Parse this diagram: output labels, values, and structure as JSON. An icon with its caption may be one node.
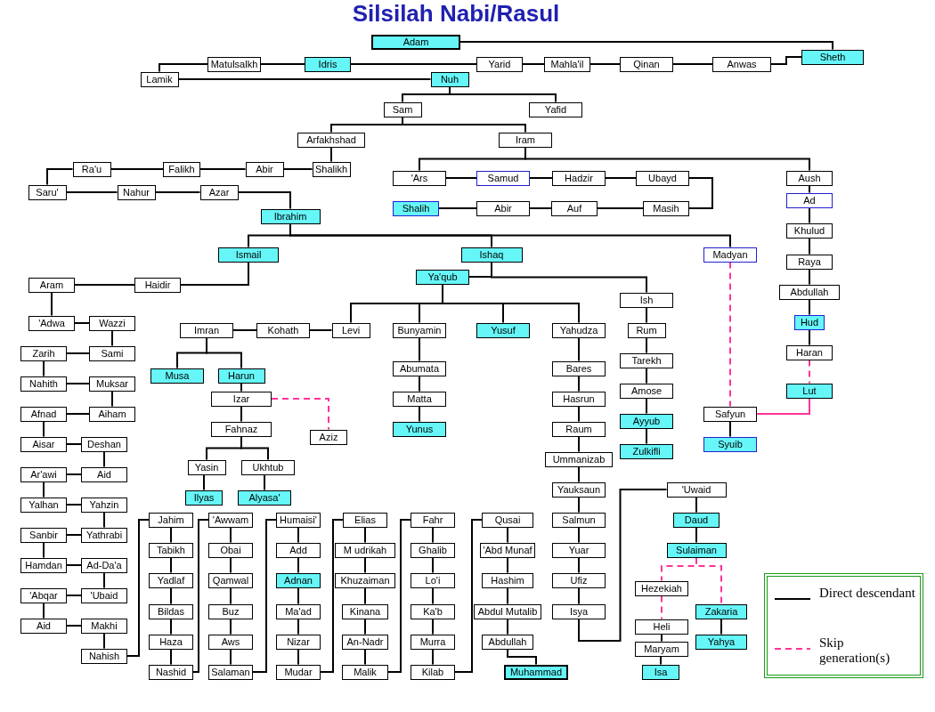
{
  "diagram": {
    "title": "Silsilah Nabi/Rasul",
    "nodes": [
      {
        "text": [
          "Adam"
        ]
      },
      {
        "text": [
          "Sheth"
        ]
      },
      {
        "text": [
          "Matulsalkh"
        ]
      },
      {
        "text": [
          "Idris"
        ]
      },
      {
        "text": [
          "Yarid"
        ]
      },
      {
        "text": [
          "Mahla'il"
        ]
      },
      {
        "text": [
          "Qinan"
        ]
      },
      {
        "text": [
          "Anwas"
        ]
      },
      {
        "text": [
          "Lamik"
        ]
      },
      {
        "text": [
          "Nuh"
        ]
      },
      {
        "text": [
          "Sam"
        ]
      },
      {
        "text": [
          "Yafid"
        ]
      },
      {
        "text": [
          "Arfakhshad"
        ]
      },
      {
        "text": [
          "Iram"
        ]
      },
      {
        "text": [
          "Ra'u"
        ]
      },
      {
        "text": [
          "Falikh"
        ]
      },
      {
        "text": [
          "Abir"
        ]
      },
      {
        "text": [
          "Shalikh"
        ]
      },
      {
        "text": [
          "'Ars"
        ]
      },
      {
        "text": [
          "Samud"
        ]
      },
      {
        "text": [
          "Hadzir"
        ]
      },
      {
        "text": [
          "Ubayd"
        ]
      },
      {
        "text": [
          "Aush"
        ]
      },
      {
        "text": [
          "Saru'"
        ]
      },
      {
        "text": [
          "Nahur"
        ]
      },
      {
        "text": [
          "Azar"
        ]
      },
      {
        "text": [
          "Ad"
        ]
      },
      {
        "text": [
          "Shalih"
        ]
      },
      {
        "text": [
          "Abir"
        ]
      },
      {
        "text": [
          "Auf"
        ]
      },
      {
        "text": [
          "Masih"
        ]
      },
      {
        "text": [
          "Ibrahim"
        ]
      },
      {
        "text": [
          "Khulud"
        ]
      },
      {
        "text": [
          "Ismail"
        ]
      },
      {
        "text": [
          "Ishaq"
        ]
      },
      {
        "text": [
          "Madyan"
        ]
      },
      {
        "text": [
          "Raya"
        ]
      },
      {
        "text": [
          "Ya'qub"
        ]
      },
      {
        "text": [
          "Aram"
        ]
      },
      {
        "text": [
          "Haidir"
        ]
      },
      {
        "text": [
          "Abdullah"
        ]
      },
      {
        "text": [
          "Ish"
        ]
      },
      {
        "text": [
          "'Adwa"
        ]
      },
      {
        "text": [
          "Wazzi"
        ]
      },
      {
        "text": [
          "Imran"
        ]
      },
      {
        "text": [
          "Kohath"
        ]
      },
      {
        "text": [
          "Levi"
        ]
      },
      {
        "text": [
          "Bunyamin"
        ]
      },
      {
        "text": [
          "Yusuf"
        ]
      },
      {
        "text": [
          "Yahudza"
        ]
      },
      {
        "text": [
          "Rum"
        ]
      },
      {
        "text": [
          "Hud"
        ]
      },
      {
        "text": [
          "Zarih"
        ]
      },
      {
        "text": [
          "Sami"
        ]
      },
      {
        "text": [
          "Haran"
        ]
      },
      {
        "text": [
          "Tarekh"
        ]
      },
      {
        "text": [
          "Abumata"
        ]
      },
      {
        "text": [
          "Bares"
        ]
      },
      {
        "text": [
          "Musa"
        ]
      },
      {
        "text": [
          "Harun"
        ]
      },
      {
        "text": [
          "Nahith"
        ]
      },
      {
        "text": [
          "Muksar"
        ]
      },
      {
        "text": [
          "Izar"
        ]
      },
      {
        "text": [
          "Matta"
        ]
      },
      {
        "text": [
          "Hasrun"
        ]
      },
      {
        "text": [
          "Amose"
        ]
      },
      {
        "text": [
          "Lut"
        ]
      },
      {
        "text": [
          "Afnad"
        ]
      },
      {
        "text": [
          "Aiham"
        ]
      },
      {
        "text": [
          "Safyun"
        ]
      },
      {
        "text": [
          "Fahnaz"
        ]
      },
      {
        "text": [
          "Yunus"
        ]
      },
      {
        "text": [
          "Raum"
        ]
      },
      {
        "text": [
          "Ayyub"
        ]
      },
      {
        "text": [
          "Aziz"
        ]
      },
      {
        "text": [
          "Aisar"
        ]
      },
      {
        "text": [
          "Deshan"
        ]
      },
      {
        "text": [
          "Syuib"
        ]
      },
      {
        "text": [
          "Zulkifli"
        ]
      },
      {
        "text": [
          "Yasin"
        ]
      },
      {
        "text": [
          "Ukhtub"
        ]
      },
      {
        "text": [
          "Ummanizab"
        ]
      },
      {
        "text": [
          "Ar'awi"
        ]
      },
      {
        "text": [
          "Aid"
        ]
      },
      {
        "text": [
          "Yauksaun"
        ]
      },
      {
        "text": [
          "'Uwaid"
        ]
      },
      {
        "text": [
          "Ilyas"
        ]
      },
      {
        "text": [
          "Alyasa'"
        ]
      },
      {
        "text": [
          "Yalhan"
        ]
      },
      {
        "text": [
          "Yahzin"
        ]
      },
      {
        "text": [
          "Jahim"
        ]
      },
      {
        "text": [
          "'Awwam"
        ]
      },
      {
        "text": [
          "Humaisi'"
        ]
      },
      {
        "text": [
          "Elias"
        ]
      },
      {
        "text": [
          "Fahr"
        ]
      },
      {
        "text": [
          "Qusai"
        ]
      },
      {
        "text": [
          "Salmun"
        ]
      },
      {
        "text": [
          "Daud"
        ]
      },
      {
        "text": [
          "Sanbir"
        ]
      },
      {
        "text": [
          "Yathrabi"
        ]
      },
      {
        "text": [
          "Tabikh"
        ]
      },
      {
        "text": [
          "Obai"
        ]
      },
      {
        "text": [
          "Add"
        ]
      },
      {
        "text": [
          "M udrikah"
        ]
      },
      {
        "text": [
          "Ghalib"
        ]
      },
      {
        "text": [
          "'Abd Munaf"
        ]
      },
      {
        "text": [
          "Yuar"
        ]
      },
      {
        "text": [
          "Sulaiman"
        ]
      },
      {
        "text": [
          "Hamdan"
        ]
      },
      {
        "text": [
          "Ad-Da'a"
        ]
      },
      {
        "text": [
          "Yadlaf"
        ]
      },
      {
        "text": [
          "Qamwal"
        ]
      },
      {
        "text": [
          "Adnan"
        ]
      },
      {
        "text": [
          "Khuzaiman"
        ]
      },
      {
        "text": [
          "Lo'i"
        ]
      },
      {
        "text": [
          "Hashim"
        ]
      },
      {
        "text": [
          "Ufiz"
        ]
      },
      {
        "text": [
          "Hezekiah"
        ]
      },
      {
        "text": [
          "'Abqar"
        ]
      },
      {
        "text": [
          "'Ubaid"
        ]
      },
      {
        "text": [
          "Bildas"
        ]
      },
      {
        "text": [
          "Buz"
        ]
      },
      {
        "text": [
          "Ma'ad"
        ]
      },
      {
        "text": [
          "Kinana"
        ]
      },
      {
        "text": [
          "Ka'b"
        ]
      },
      {
        "text": [
          "Abdul Mutalib"
        ]
      },
      {
        "text": [
          "Isya"
        ]
      },
      {
        "text": [
          "Zakaria"
        ]
      },
      {
        "text": [
          "Aid"
        ]
      },
      {
        "text": [
          "Makhi"
        ]
      },
      {
        "text": [
          "Heli"
        ]
      },
      {
        "text": [
          "Haza"
        ]
      },
      {
        "text": [
          "Aws"
        ]
      },
      {
        "text": [
          "Nizar"
        ]
      },
      {
        "text": [
          "An-Nadr"
        ]
      },
      {
        "text": [
          "Murra"
        ]
      },
      {
        "text": [
          "Abdullah"
        ]
      },
      {
        "text": [
          "Yahya"
        ]
      },
      {
        "text": [
          "Maryam"
        ]
      },
      {
        "text": [
          "Nahish"
        ]
      },
      {
        "text": [
          "Nashid"
        ]
      },
      {
        "text": [
          "Salaman"
        ]
      },
      {
        "text": [
          "Mudar"
        ]
      },
      {
        "text": [
          "Malik"
        ]
      },
      {
        "text": [
          "Kilab"
        ]
      },
      {
        "text": [
          "Muhammad"
        ]
      },
      {
        "text": [
          "Isa"
        ]
      }
    ],
    "edges": [
      {
        "from": 0,
        "to": 1,
        "arrow": "none"
      },
      {
        "from": 1,
        "to": 7,
        "arrow": "none"
      },
      {
        "from": 7,
        "to": 6,
        "arrow": "none"
      },
      {
        "from": 6,
        "to": 5,
        "arrow": "none"
      },
      {
        "from": 5,
        "to": 4,
        "arrow": "none"
      },
      {
        "from": 4,
        "to": 3,
        "arrow": "none"
      },
      {
        "from": 3,
        "to": 2,
        "arrow": "none"
      },
      {
        "from": 2,
        "to": 8,
        "arrow": "none"
      },
      {
        "from": 8,
        "to": 9,
        "arrow": "none"
      },
      {
        "from": 9,
        "to": 10,
        "arrow": "none"
      },
      {
        "from": 9,
        "to": 11,
        "arrow": "none"
      },
      {
        "from": 10,
        "to": 12,
        "arrow": "none"
      },
      {
        "from": 10,
        "to": 13,
        "arrow": "none"
      },
      {
        "from": 12,
        "to": 17,
        "arrow": "none"
      },
      {
        "from": 17,
        "to": 16,
        "arrow": "none"
      },
      {
        "from": 16,
        "to": 15,
        "arrow": "none"
      },
      {
        "from": 15,
        "to": 14,
        "arrow": "none"
      },
      {
        "from": 14,
        "to": 23,
        "arrow": "none"
      },
      {
        "from": 23,
        "to": 24,
        "arrow": "none"
      },
      {
        "from": 24,
        "to": 25,
        "arrow": "none"
      },
      {
        "from": 25,
        "to": 31,
        "arrow": "none"
      },
      {
        "from": 13,
        "to": 18,
        "arrow": "none"
      },
      {
        "from": 13,
        "to": 22,
        "arrow": "none"
      },
      {
        "from": 18,
        "to": 19,
        "arrow": "none"
      },
      {
        "from": 19,
        "to": 20,
        "arrow": "none"
      },
      {
        "from": 20,
        "to": 21,
        "arrow": "none"
      },
      {
        "from": 21,
        "to": 30,
        "arrow": "none"
      },
      {
        "from": 30,
        "to": 29,
        "arrow": "none"
      },
      {
        "from": 29,
        "to": 28,
        "arrow": "none"
      },
      {
        "from": 28,
        "to": 27,
        "arrow": "none"
      },
      {
        "from": 22,
        "to": 26,
        "arrow": "none"
      },
      {
        "from": 26,
        "to": 32,
        "arrow": "none"
      },
      {
        "from": 32,
        "to": 36,
        "arrow": "none"
      },
      {
        "from": 36,
        "to": 40,
        "arrow": "none"
      },
      {
        "from": 40,
        "to": 51,
        "arrow": "none"
      },
      {
        "from": 51,
        "to": 54,
        "arrow": "none"
      },
      {
        "from": 54,
        "to": 66,
        "arrow": "none",
        "style": "dashed",
        "color": "#ff3399"
      },
      {
        "from": 31,
        "to": 33,
        "arrow": "none"
      },
      {
        "from": 31,
        "to": 34,
        "arrow": "none"
      },
      {
        "from": 31,
        "to": 35,
        "arrow": "none"
      },
      {
        "from": 35,
        "to": 69,
        "arrow": "none",
        "style": "dashed",
        "color": "#ff3399"
      },
      {
        "from": 66,
        "to": 69,
        "arrow": "none",
        "color": "#ff3399"
      },
      {
        "from": 69,
        "to": 77,
        "arrow": "none"
      },
      {
        "from": 33,
        "to": 39,
        "arrow": "none"
      },
      {
        "from": 39,
        "to": 38,
        "arrow": "none"
      },
      {
        "from": 38,
        "to": 42,
        "arrow": "none"
      },
      {
        "from": 42,
        "to": 43,
        "arrow": "none"
      },
      {
        "from": 43,
        "to": 53,
        "arrow": "none"
      },
      {
        "from": 53,
        "to": 52,
        "arrow": "none"
      },
      {
        "from": 52,
        "to": 60,
        "arrow": "none"
      },
      {
        "from": 60,
        "to": 61,
        "arrow": "none"
      },
      {
        "from": 61,
        "to": 68,
        "arrow": "none"
      },
      {
        "from": 68,
        "to": 67,
        "arrow": "none"
      },
      {
        "from": 67,
        "to": 75,
        "arrow": "none"
      },
      {
        "from": 75,
        "to": 76,
        "arrow": "none"
      },
      {
        "from": 76,
        "to": 83,
        "arrow": "none"
      },
      {
        "from": 83,
        "to": 82,
        "arrow": "none"
      },
      {
        "from": 82,
        "to": 88,
        "arrow": "none"
      },
      {
        "from": 88,
        "to": 89,
        "arrow": "none"
      },
      {
        "from": 89,
        "to": 99,
        "arrow": "none"
      },
      {
        "from": 99,
        "to": 98,
        "arrow": "none"
      },
      {
        "from": 98,
        "to": 108,
        "arrow": "none"
      },
      {
        "from": 108,
        "to": 109,
        "arrow": "none"
      },
      {
        "from": 109,
        "to": 119,
        "arrow": "none"
      },
      {
        "from": 119,
        "to": 118,
        "arrow": "none"
      },
      {
        "from": 118,
        "to": 128,
        "arrow": "none"
      },
      {
        "from": 128,
        "to": 129,
        "arrow": "none"
      },
      {
        "from": 129,
        "to": 139,
        "arrow": "none"
      },
      {
        "from": 139,
        "to": 90,
        "arrow": "none"
      },
      {
        "from": 90,
        "to": 100,
        "arrow": "none"
      },
      {
        "from": 100,
        "to": 110,
        "arrow": "none"
      },
      {
        "from": 110,
        "to": 120,
        "arrow": "none"
      },
      {
        "from": 120,
        "to": 131,
        "arrow": "none"
      },
      {
        "from": 131,
        "to": 140,
        "arrow": "none"
      },
      {
        "from": 140,
        "to": 91,
        "arrow": "none"
      },
      {
        "from": 91,
        "to": 101,
        "arrow": "none"
      },
      {
        "from": 101,
        "to": 111,
        "arrow": "none"
      },
      {
        "from": 111,
        "to": 121,
        "arrow": "none"
      },
      {
        "from": 121,
        "to": 132,
        "arrow": "none"
      },
      {
        "from": 132,
        "to": 141,
        "arrow": "none"
      },
      {
        "from": 141,
        "to": 92,
        "arrow": "none"
      },
      {
        "from": 92,
        "to": 102,
        "arrow": "none"
      },
      {
        "from": 102,
        "to": 112,
        "arrow": "none"
      },
      {
        "from": 112,
        "to": 122,
        "arrow": "none"
      },
      {
        "from": 122,
        "to": 133,
        "arrow": "none"
      },
      {
        "from": 133,
        "to": 142,
        "arrow": "none"
      },
      {
        "from": 142,
        "to": 93,
        "arrow": "none"
      },
      {
        "from": 93,
        "to": 103,
        "arrow": "none"
      },
      {
        "from": 103,
        "to": 113,
        "arrow": "none"
      },
      {
        "from": 113,
        "to": 123,
        "arrow": "none"
      },
      {
        "from": 123,
        "to": 134,
        "arrow": "none"
      },
      {
        "from": 134,
        "to": 143,
        "arrow": "none"
      },
      {
        "from": 143,
        "to": 94,
        "arrow": "none"
      },
      {
        "from": 94,
        "to": 104,
        "arrow": "none"
      },
      {
        "from": 104,
        "to": 114,
        "arrow": "none"
      },
      {
        "from": 114,
        "to": 124,
        "arrow": "none"
      },
      {
        "from": 124,
        "to": 135,
        "arrow": "none"
      },
      {
        "from": 135,
        "to": 144,
        "arrow": "none"
      },
      {
        "from": 144,
        "to": 95,
        "arrow": "none"
      },
      {
        "from": 95,
        "to": 105,
        "arrow": "none"
      },
      {
        "from": 105,
        "to": 115,
        "arrow": "none"
      },
      {
        "from": 115,
        "to": 125,
        "arrow": "none"
      },
      {
        "from": 125,
        "to": 136,
        "arrow": "none"
      },
      {
        "from": 136,
        "to": 145,
        "arrow": "none"
      },
      {
        "from": 34,
        "to": 37,
        "arrow": "none"
      },
      {
        "from": 34,
        "to": 41,
        "arrow": "none"
      },
      {
        "from": 37,
        "to": 46,
        "arrow": "none"
      },
      {
        "from": 37,
        "to": 47,
        "arrow": "none"
      },
      {
        "from": 37,
        "to": 48,
        "arrow": "none"
      },
      {
        "from": 37,
        "to": 49,
        "arrow": "none"
      },
      {
        "from": 46,
        "to": 45,
        "arrow": "none"
      },
      {
        "from": 45,
        "to": 44,
        "arrow": "none"
      },
      {
        "from": 44,
        "to": 58,
        "arrow": "none"
      },
      {
        "from": 44,
        "to": 59,
        "arrow": "none"
      },
      {
        "from": 59,
        "to": 62,
        "arrow": "none"
      },
      {
        "from": 62,
        "to": 74,
        "arrow": "none",
        "style": "dashed",
        "color": "#ff3399"
      },
      {
        "from": 62,
        "to": 70,
        "arrow": "none"
      },
      {
        "from": 70,
        "to": 79,
        "arrow": "none"
      },
      {
        "from": 70,
        "to": 80,
        "arrow": "none"
      },
      {
        "from": 79,
        "to": 86,
        "arrow": "none"
      },
      {
        "from": 80,
        "to": 87,
        "arrow": "none"
      },
      {
        "from": 47,
        "to": 56,
        "arrow": "none"
      },
      {
        "from": 56,
        "to": 63,
        "arrow": "none"
      },
      {
        "from": 63,
        "to": 71,
        "arrow": "none"
      },
      {
        "from": 49,
        "to": 57,
        "arrow": "none"
      },
      {
        "from": 57,
        "to": 64,
        "arrow": "none"
      },
      {
        "from": 64,
        "to": 72,
        "arrow": "none"
      },
      {
        "from": 72,
        "to": 81,
        "arrow": "none"
      },
      {
        "from": 81,
        "to": 84,
        "arrow": "none"
      },
      {
        "from": 84,
        "to": 96,
        "arrow": "none"
      },
      {
        "from": 96,
        "to": 106,
        "arrow": "none"
      },
      {
        "from": 106,
        "to": 116,
        "arrow": "none"
      },
      {
        "from": 116,
        "to": 126,
        "arrow": "none"
      },
      {
        "from": 126,
        "to": 85,
        "arrow": "none"
      },
      {
        "from": 85,
        "to": 97,
        "arrow": "none"
      },
      {
        "from": 97,
        "to": 107,
        "arrow": "none"
      },
      {
        "from": 107,
        "to": 117,
        "arrow": "none",
        "style": "dashed",
        "color": "#ff3399"
      },
      {
        "from": 107,
        "to": 127,
        "arrow": "none",
        "style": "dashed",
        "color": "#ff3399"
      },
      {
        "from": 117,
        "to": 130,
        "arrow": "none",
        "style": "dashed",
        "color": "#ff3399"
      },
      {
        "from": 130,
        "to": 138,
        "arrow": "none"
      },
      {
        "from": 138,
        "to": 146,
        "arrow": "none"
      },
      {
        "from": 127,
        "to": 137,
        "arrow": "none"
      },
      {
        "from": 41,
        "to": 50,
        "arrow": "none"
      },
      {
        "from": 50,
        "to": 55,
        "arrow": "none"
      },
      {
        "from": 55,
        "to": 65,
        "arrow": "none"
      },
      {
        "from": 65,
        "to": 73,
        "arrow": "none"
      },
      {
        "from": 73,
        "to": 78,
        "arrow": "none"
      }
    ],
    "legend": [
      {
        "text": "Direct descendant"
      },
      {
        "text": "Skip generation(s)"
      }
    ]
  }
}
